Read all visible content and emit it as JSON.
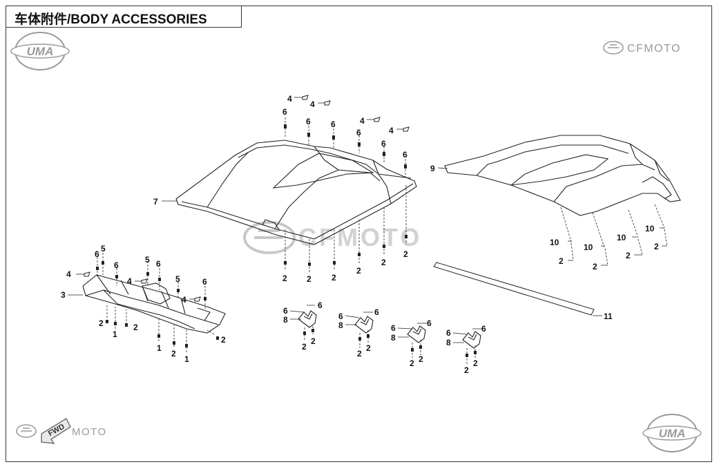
{
  "title": "车体附件/BODY ACCESSORIES",
  "logos": {
    "uma_top": "UMA",
    "uma_bottom": "UMA",
    "cfmoto_top": "CFMOTO",
    "cfmoto_watermark": "CFMOTO",
    "cfmoto_bottom": "MOTO"
  },
  "fwd_label": "FWD",
  "colors": {
    "line": "#222222",
    "brand_gray": "#9a9a9a",
    "watermark": "#c8c8c8"
  },
  "callouts": {
    "c_roof_4a": "4",
    "c_roof_4b": "4",
    "c_roof_4c": "4",
    "c_roof_4d": "4",
    "c_roof_6a": "6",
    "c_roof_6b": "6",
    "c_roof_6c": "6",
    "c_roof_6d": "6",
    "c_roof_6e": "6",
    "c_roof_6f": "6",
    "c_roof_7": "7",
    "c_roof_2a": "2",
    "c_roof_2b": "2",
    "c_roof_2c": "2",
    "c_roof_2d": "2",
    "c_roof_2e": "2",
    "c_roof_2f": "2",
    "c_rear_9": "9",
    "c_rear_10a": "10",
    "c_rear_10b": "10",
    "c_rear_10c": "10",
    "c_rear_10d": "10",
    "c_rear_2a": "2",
    "c_rear_2b": "2",
    "c_rear_2c": "2",
    "c_rear_2d": "2",
    "c_strip_11": "11",
    "c_bar_3": "3",
    "c_bar_4a": "4",
    "c_bar_4b": "4",
    "c_bar_4c": "4",
    "c_bar_5a": "5",
    "c_bar_5b": "5",
    "c_bar_5c": "5",
    "c_bar_6a": "6",
    "c_bar_6b": "6",
    "c_bar_6c": "6",
    "c_bar_6d": "6",
    "c_bar_2a": "2",
    "c_bar_2b": "2",
    "c_bar_2c": "2",
    "c_bar_2d": "2",
    "c_bar_1a": "1",
    "c_bar_1b": "1",
    "c_bar_1c": "1",
    "c_clA_6a": "6",
    "c_clA_6b": "6",
    "c_clA_8": "8",
    "c_clA_2a": "2",
    "c_clA_2b": "2",
    "c_clB_6a": "6",
    "c_clB_6b": "6",
    "c_clB_8": "8",
    "c_clB_2a": "2",
    "c_clB_2b": "2",
    "c_clC_6a": "6",
    "c_clC_6b": "6",
    "c_clC_8": "8",
    "c_clC_2a": "2",
    "c_clC_2b": "2",
    "c_clD_6a": "6",
    "c_clD_6b": "6",
    "c_clD_8": "8",
    "c_clD_2a": "2",
    "c_clD_2b": "2"
  }
}
